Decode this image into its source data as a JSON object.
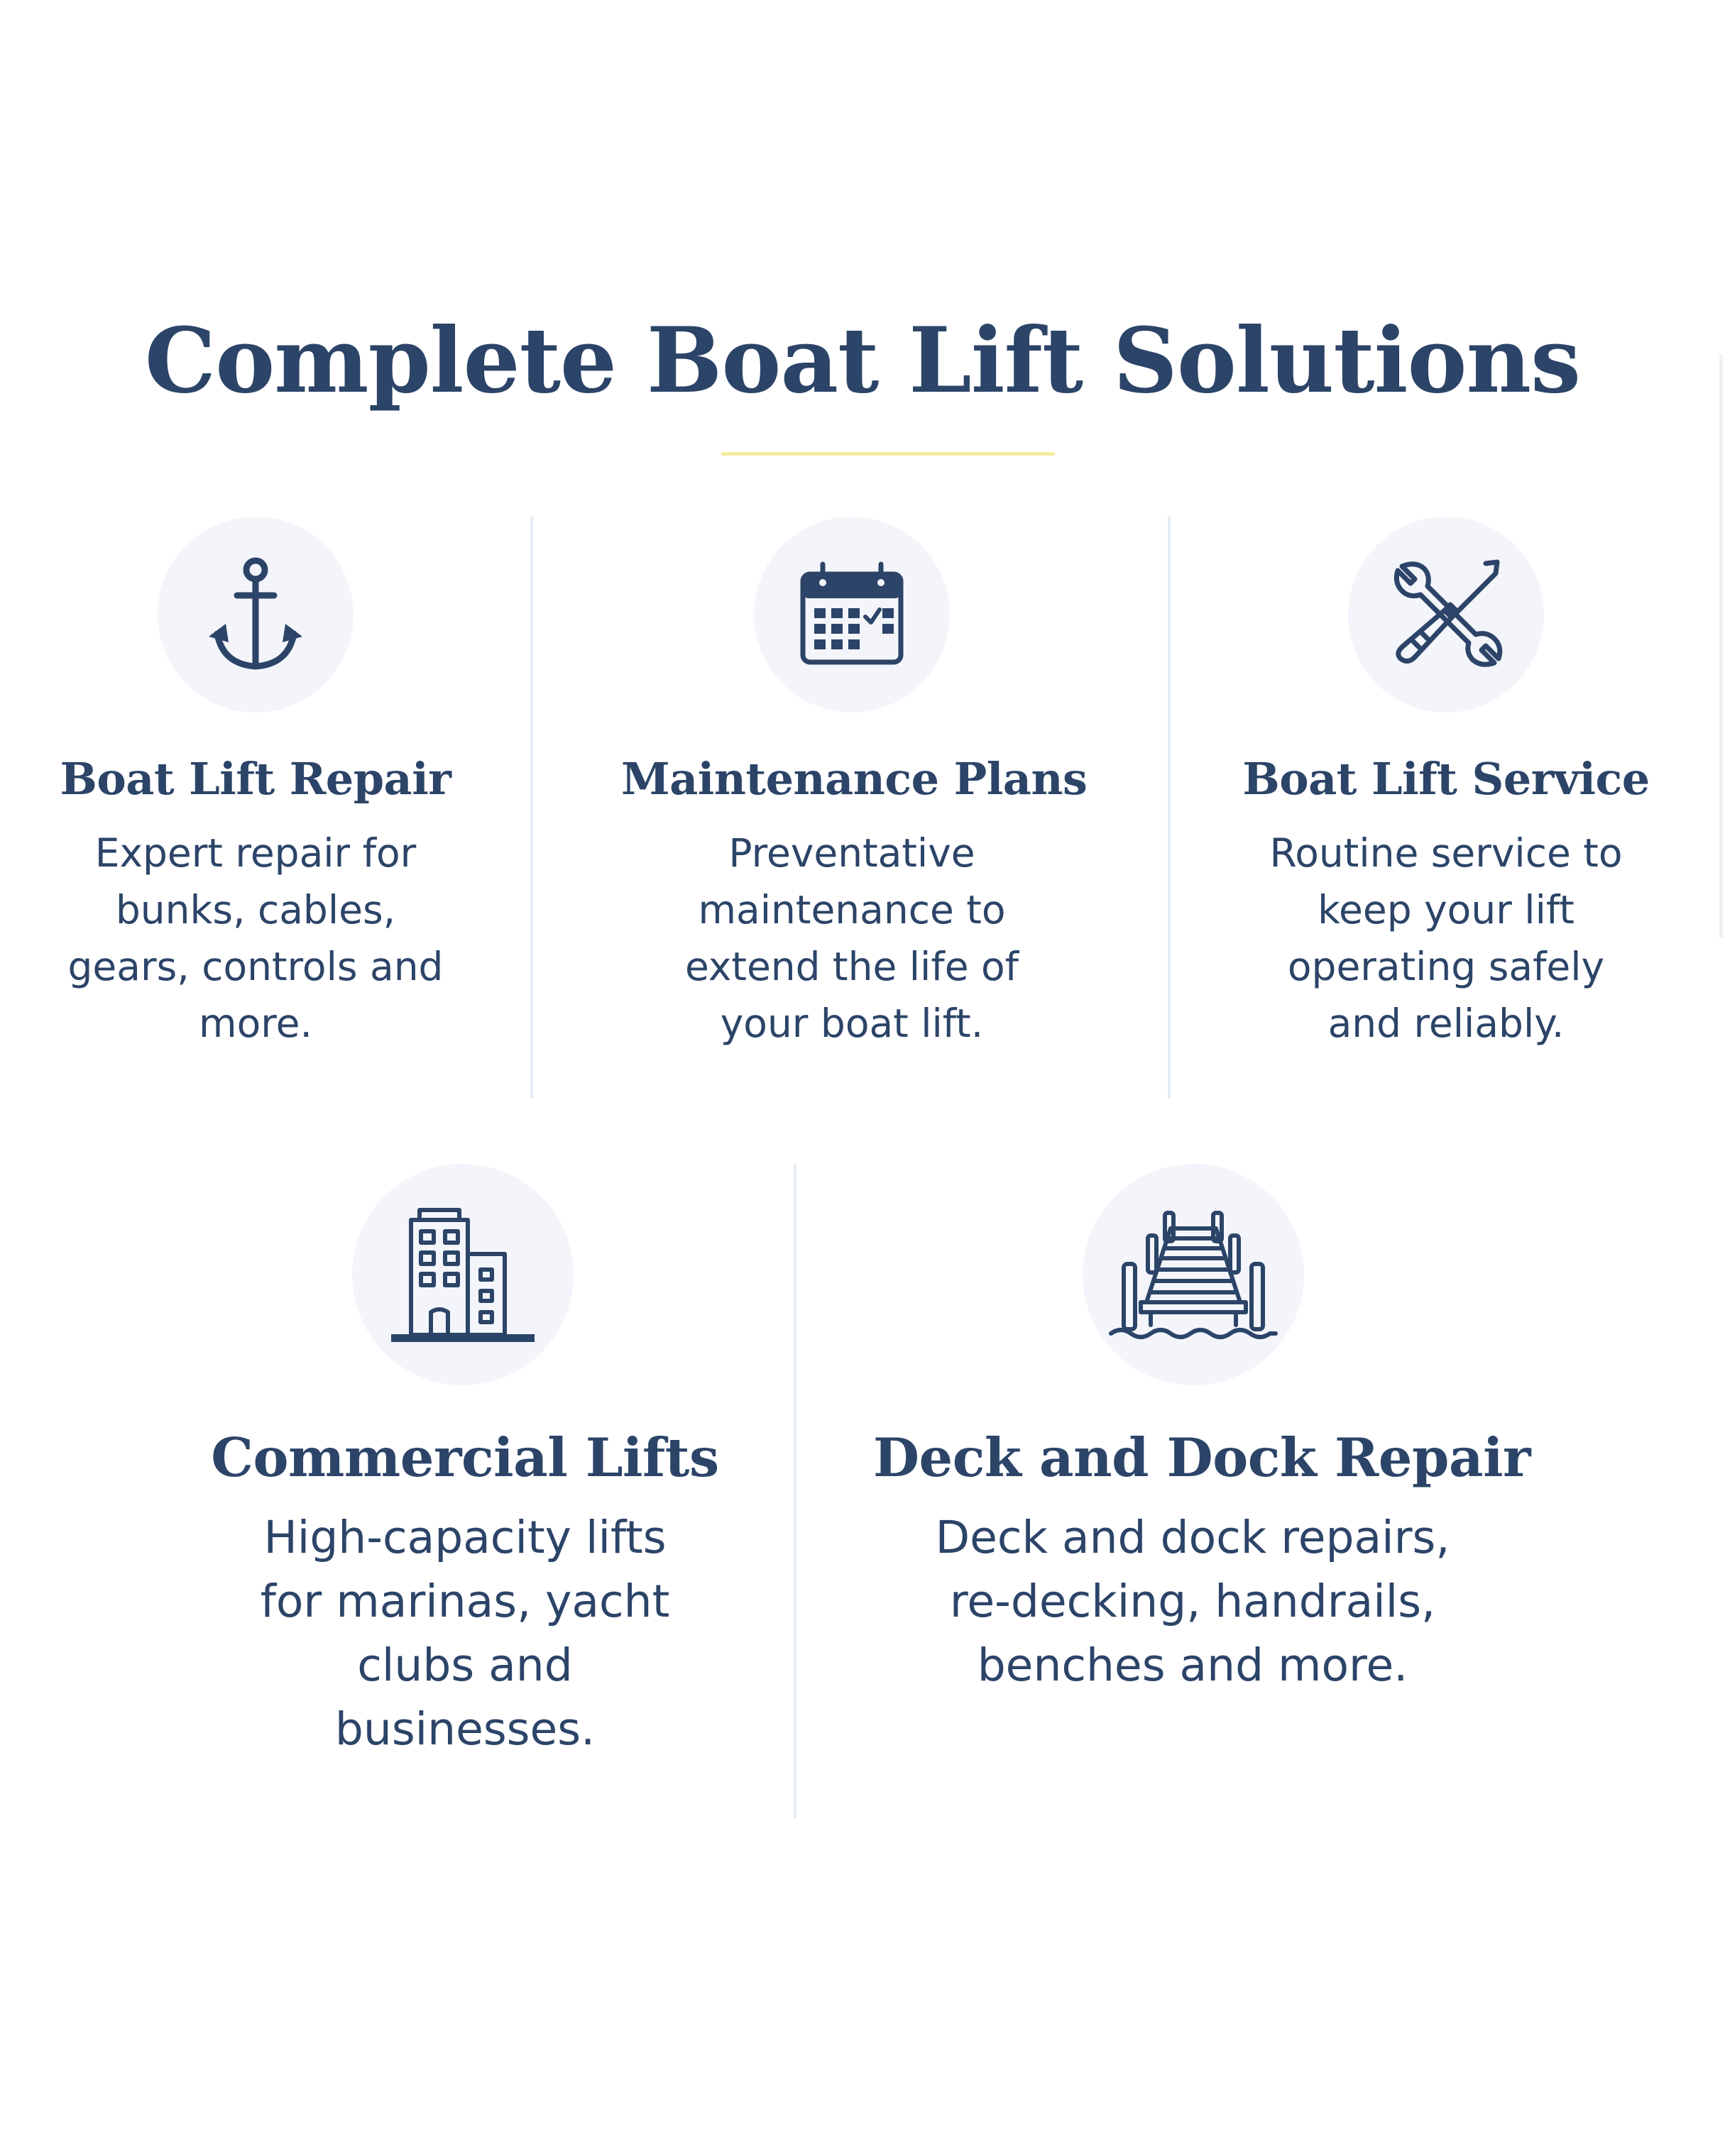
{
  "page": {
    "title": "Complete Boat Lift Solutions"
  },
  "colors": {
    "navy": "#2c4468",
    "icon_circle_bg": "#f3f5fa",
    "divider": "#e7edf4",
    "accent_underline": "#f4ec9c"
  },
  "services": [
    {
      "icon": "anchor-icon",
      "title": "Boat Lift Repair",
      "description": "Expert repair for bunks, cables, gears, controls and more."
    },
    {
      "icon": "calendar-icon",
      "title": "Maintenance Plans",
      "description": "Preventative maintenance to extend the life of your boat lift."
    },
    {
      "icon": "tools-icon",
      "title": "Boat Lift Service",
      "description": "Routine service to keep your lift operating safely and reliably."
    },
    {
      "icon": "building-icon",
      "title": "Commercial Lifts",
      "description": "High-capacity lifts for marinas, yacht clubs and businesses."
    },
    {
      "icon": "dock-icon",
      "title": "Deck and Dock Repair",
      "description": "Deck and dock repairs, re-decking, handrails, benches and more."
    }
  ]
}
